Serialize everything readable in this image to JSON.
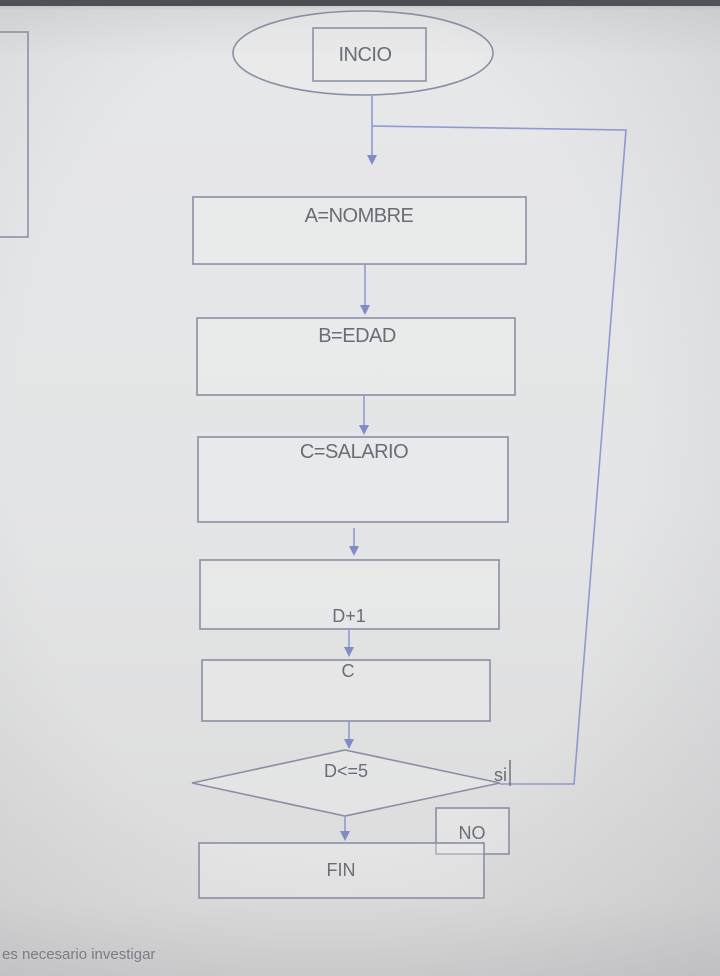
{
  "flowchart": {
    "start_label": "INCIO",
    "step_a_label": "A=NOMBRE",
    "step_b_label": "B=EDAD",
    "step_c_label": "C=SALARIO",
    "step_d_label": "D+1",
    "step_e_label": "C",
    "decision_label": "D<=5",
    "decision_yes_label": "si",
    "decision_no_label": "NO",
    "end_label": "FIN"
  },
  "footer": {
    "text": "es necesario investigar"
  },
  "colors": {
    "shape_stroke": "#8a8fa6",
    "connector": "#8f9ad0",
    "text": "#6a6d78"
  }
}
